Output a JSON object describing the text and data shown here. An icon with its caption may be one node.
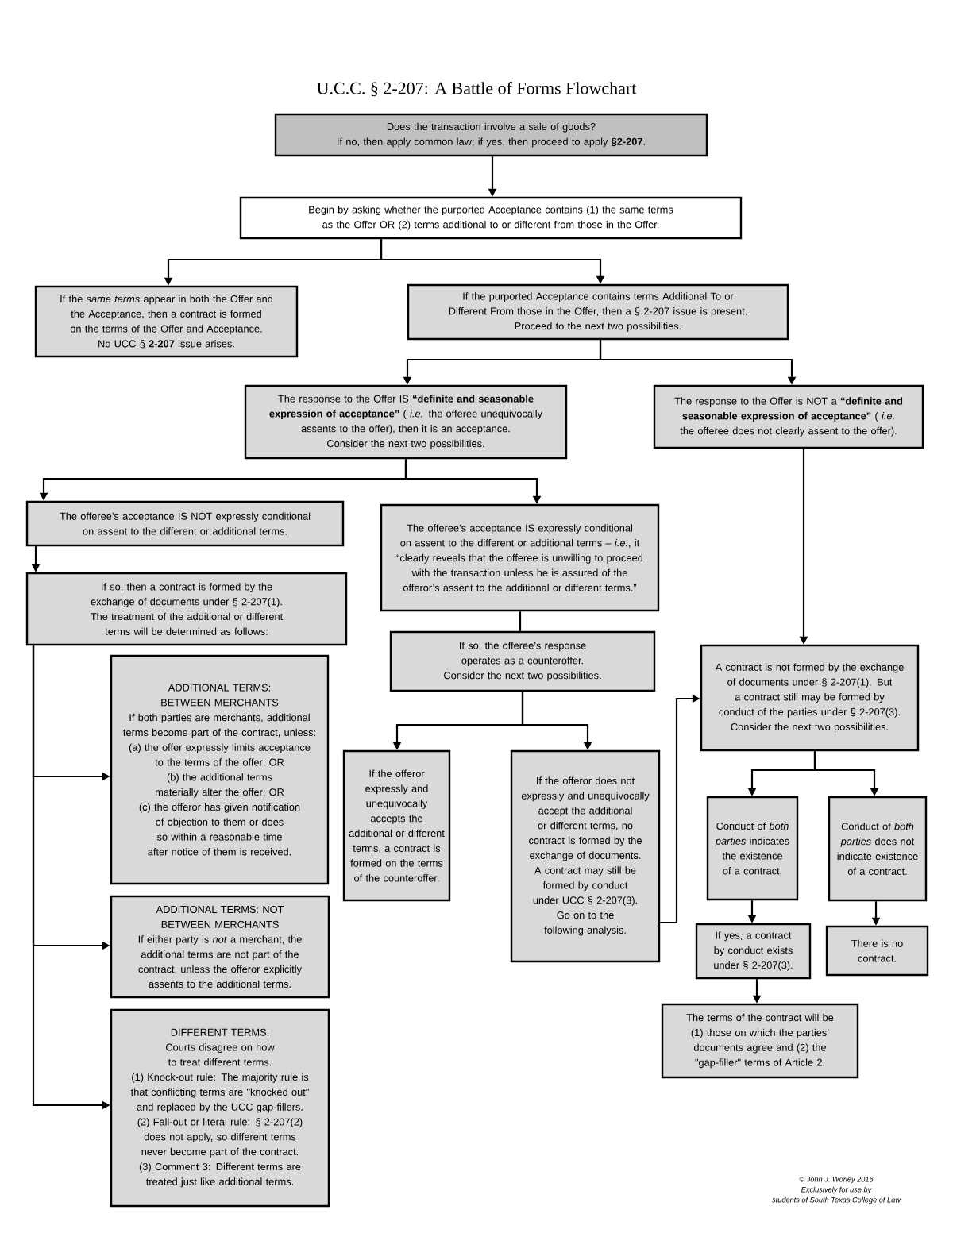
{
  "diagram": {
    "title": "U.C.C. § 2-207: A Battle of Forms Flowchart",
    "nodes": [
      {
        "text": [
          "Does the transaction involve a sale of goods?",
          "If no, then apply common law; if yes, then proceed to apply **§2-207**."
        ]
      },
      {
        "text": [
          "Begin by asking whether the purported Acceptance contains (1) the same terms as the Offer OR (2) terms additional to or different from those in the Offer."
        ]
      },
      {
        "text": [
          "If the *same terms* appear in both the Offer and the Acceptance, then a contract is formed on the terms of the Offer and Acceptance.",
          "No UCC § **2-207** issue arises."
        ]
      },
      {
        "text": [
          "If the purported Acceptance contains terms Additional To or Different From those in the Offer, then a § 2-207 issue is present.",
          "Proceed to the next two possibilities."
        ]
      },
      {
        "text": [
          "The response to the Offer IS **“definite and seasonable expression of acceptance”** ( *i.e.* the offeree unequivocally assents to the offer), then it is an acceptance.",
          "Consider the next two possibilities."
        ]
      },
      {
        "text": [
          "The response to the Offer is NOT a **“definite and seasonable expression of acceptance”** ( *i.e.* the offeree does not clearly assent to the offer)."
        ]
      },
      {
        "text": [
          "The offeree’s acceptance IS NOT expressly conditional on assent to the different or additional terms."
        ]
      },
      {
        "text": [
          "The offeree’s acceptance IS expressly conditional on assent to the different or additional terms – *i.e.*, it “clearly reveals that the offeree is unwilling to proceed with the transaction unless he is assured of the offeror’s assent to the additional or different terms.”"
        ]
      },
      {
        "text": [
          "If so, then a contract is formed by the exchange of documents under § 2-207(1).",
          "The treatment of the additional or different terms will be determined as follows:"
        ]
      },
      {
        "text": [
          "If so, the offeree’s response operates as a counteroffer.",
          "Consider the next two possibilities."
        ]
      },
      {
        "text": [
          "A contract is not formed by the exchange of documents under § 2-207(1). But a contract still may be formed by conduct of the parties under § 2-207(3).",
          "Consider the next two possibilities."
        ]
      },
      {
        "text": [
          "ADDITIONAL TERMS: BETWEEN MERCHANTS",
          "If both parties are merchants, additional terms become part of the contract, unless:",
          "(a) the offer expressly limits acceptance to the terms of the offer; OR",
          "(b) the additional terms materially alter the offer; OR",
          "(c) the offeror has given notification of objection to them or does so within a reasonable time after notice of them is received."
        ]
      },
      {
        "text": [
          "ADDITIONAL TERMS: NOT BETWEEN MERCHANTS",
          "If either party is *not* a merchant, the additional terms are not part of the contract, unless the offeror explicitly assents to the additional terms."
        ]
      },
      {
        "text": [
          "DIFFERENT TERMS:",
          "Courts disagree on how to treat different terms.",
          "(1) Knock-out rule: The majority rule is that conflicting terms are \"knocked out\" and replaced by the UCC gap-fillers.",
          "(2) Fall-out or literal rule: § 2-207(2) does not apply, so different terms never become part of the contract.",
          "(3) Comment 3: Different terms are treated just like additional terms."
        ]
      },
      {
        "text": [
          "If the offeror expressly and unequivocally accepts the additional or different terms, a contract is formed on the terms of the counteroffer."
        ]
      },
      {
        "text": [
          "If the offeror does not expressly and unequivocally accept the additional or different terms, no contract is formed by the exchange of documents.",
          "A contract may still be formed by conduct under UCC § 2-207(3).",
          "Go on to the following analysis."
        ]
      },
      {
        "text": [
          "Conduct of *both parties* indicates the existence of a contract."
        ]
      },
      {
        "text": [
          "Conduct of *both parties* does not indicate existence of a contract."
        ]
      },
      {
        "text": [
          "If yes, a contract by conduct exists under § 2-207(3)."
        ]
      },
      {
        "text": [
          "There is no contract."
        ]
      },
      {
        "text": [
          "The terms of the contract will be (1) those on which the parties’ documents agree and (2) the \"gap-filler\" terms of Article 2."
        ]
      }
    ],
    "edges": [
      {
        "from": 0,
        "to": 1,
        "arrow": "to"
      },
      {
        "from": 1,
        "to": 2,
        "arrow": "to"
      },
      {
        "from": 1,
        "to": 3,
        "arrow": "to"
      },
      {
        "from": 3,
        "to": 4,
        "arrow": "to"
      },
      {
        "from": 3,
        "to": 5,
        "arrow": "to"
      },
      {
        "from": 4,
        "to": 6,
        "arrow": "to"
      },
      {
        "from": 4,
        "to": 7,
        "arrow": "to"
      },
      {
        "from": 6,
        "to": 8,
        "arrow": "to"
      },
      {
        "from": 8,
        "to": 11,
        "arrow": "to"
      },
      {
        "from": 8,
        "to": 12,
        "arrow": "to"
      },
      {
        "from": 8,
        "to": 13,
        "arrow": "to"
      },
      {
        "from": 7,
        "to": 9,
        "arrow": "none"
      },
      {
        "from": 9,
        "to": 14,
        "arrow": "to"
      },
      {
        "from": 9,
        "to": 15,
        "arrow": "to"
      },
      {
        "from": 15,
        "to": 10,
        "arrow": "to"
      },
      {
        "from": 5,
        "to": 10,
        "arrow": "to"
      },
      {
        "from": 10,
        "to": 16,
        "arrow": "to"
      },
      {
        "from": 10,
        "to": 17,
        "arrow": "to"
      },
      {
        "from": 16,
        "to": 18,
        "arrow": "to"
      },
      {
        "from": 17,
        "to": 19,
        "arrow": "to"
      },
      {
        "from": 18,
        "to": 20,
        "arrow": "to"
      }
    ],
    "labels": [
      "© John J. Worley 2016",
      "Exclusively for use by",
      "students of South Texas College of Law"
    ]
  }
}
